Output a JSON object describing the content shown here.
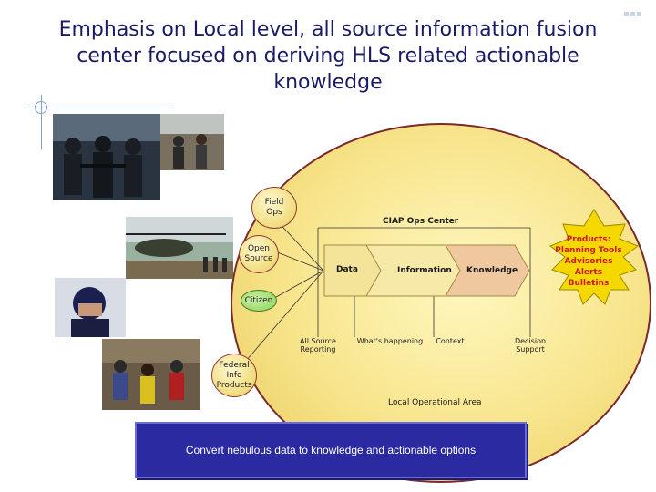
{
  "title": {
    "line1": "Emphasis on Local level, all source information fusion",
    "line2": "center focused on deriving HLS related actionable",
    "line3": "knowledge"
  },
  "diagram": {
    "ops_center": "CIAP Ops Center",
    "field_ops": [
      "Field",
      "Ops"
    ],
    "open_source": [
      "Open",
      "Source"
    ],
    "citizen": "Citizen",
    "federal_info": [
      "Federal",
      "Info",
      "Products"
    ],
    "stages": [
      "Data",
      "Information",
      "Knowledge"
    ],
    "stage_labels": {
      "all_source": [
        "All Source",
        "Reporting"
      ],
      "whats_happening": "What's happening",
      "context": "Context",
      "decision_support": [
        "Decision",
        "Support"
      ]
    },
    "local_area": "Local Operational Area",
    "products_burst": [
      "Products:",
      "Planning Tools",
      "Advisories",
      "Alerts",
      "Bulletins"
    ]
  },
  "banner": "Convert nebulous data to knowledge and actionable options",
  "colors": {
    "title": "#1a1a66",
    "oval": "#f7e48a",
    "oval_border": "#7a2a2a",
    "citizen": "#8bd35a",
    "banner": "#2b2aa0",
    "burst": "#f5d800",
    "burst_text": "#cc1a1a"
  }
}
